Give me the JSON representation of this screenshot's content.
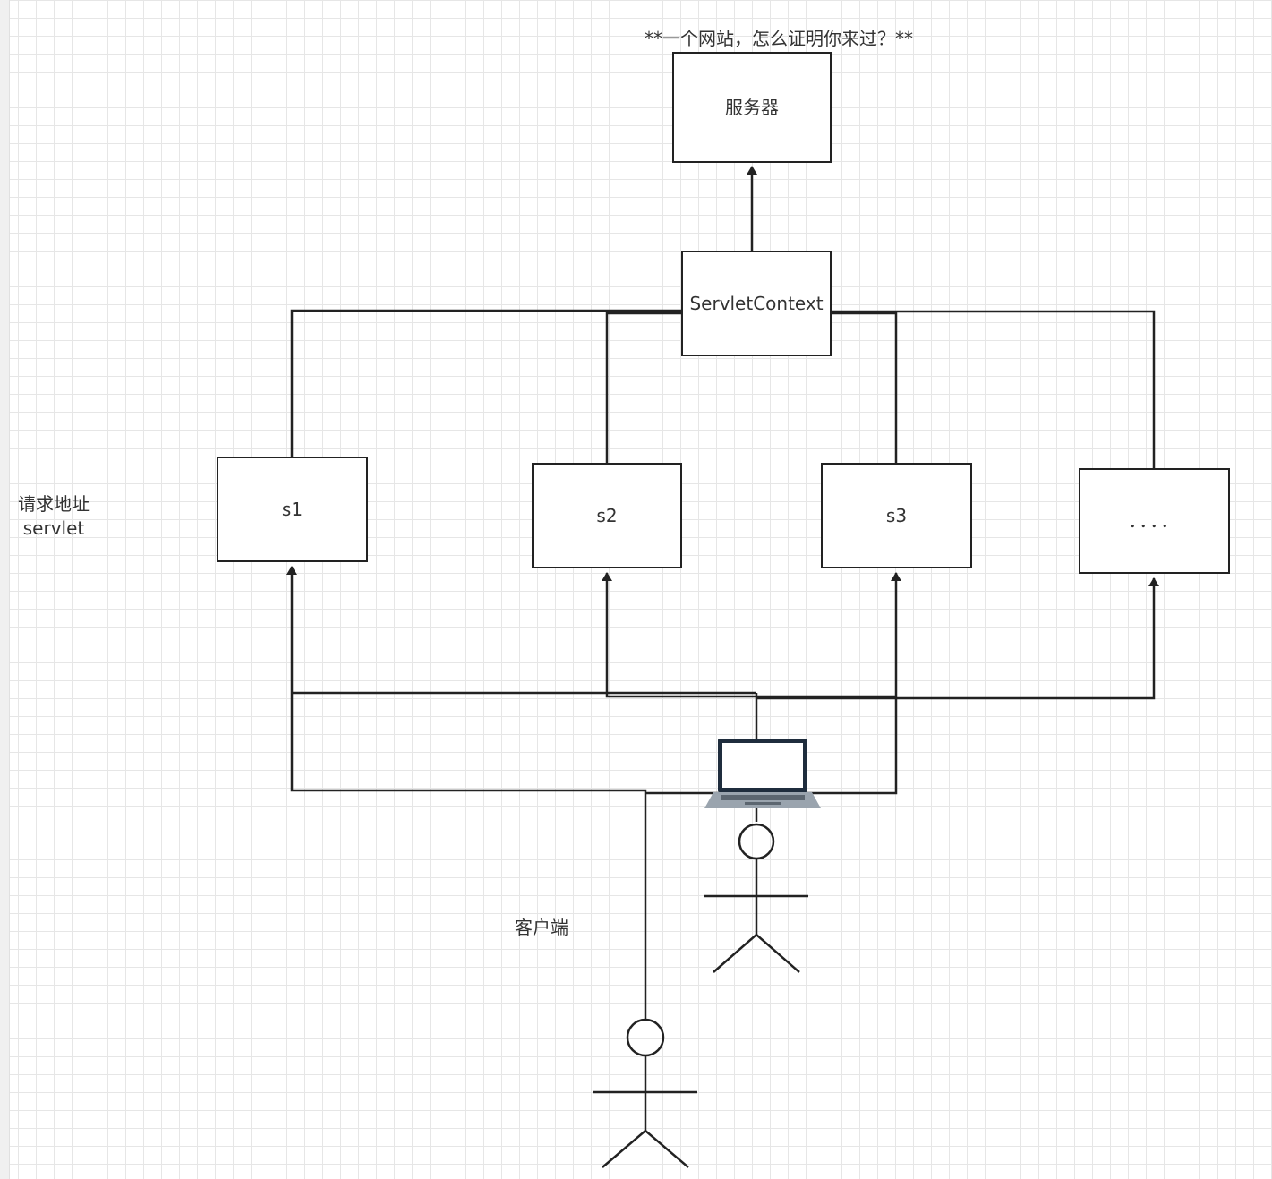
{
  "title": "**一个网站，怎么证明你来过？**",
  "nodes": {
    "server": "服务器",
    "context": "ServletContext",
    "s1": "s1",
    "s2": "s2",
    "s3": "s3",
    "more": "．．．．"
  },
  "side_label": {
    "line1": "请求地址",
    "line2": "servlet"
  },
  "client_label": "客户端",
  "colors": {
    "stroke": "#222222",
    "laptop_frame": "#1f2d3d",
    "laptop_screen": "#ffffff",
    "laptop_base": "#9aa4ae"
  }
}
